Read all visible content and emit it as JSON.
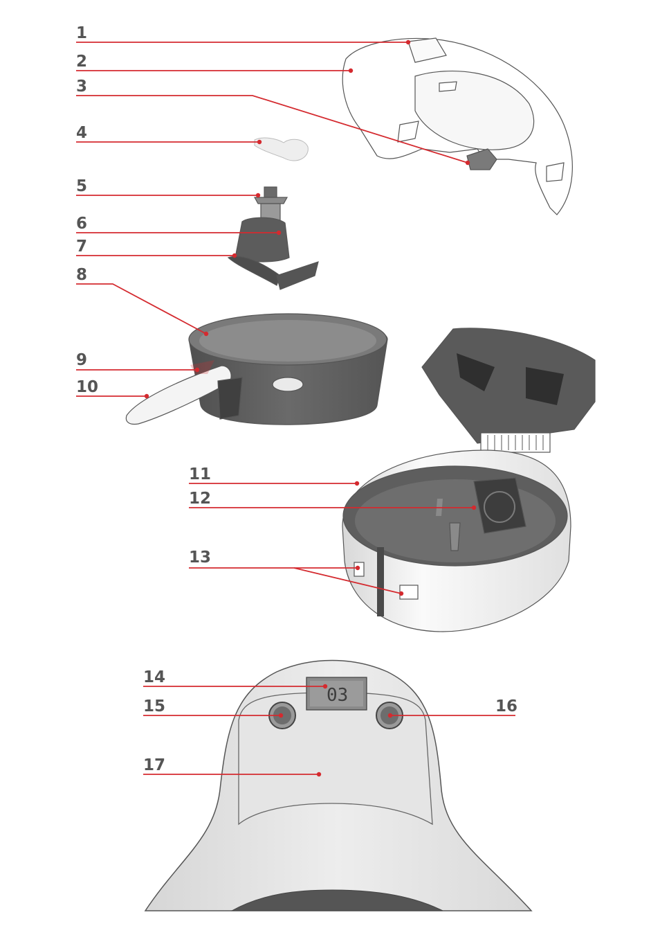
{
  "callouts": [
    {
      "id": 1,
      "label": "1"
    },
    {
      "id": 2,
      "label": "2"
    },
    {
      "id": 3,
      "label": "3"
    },
    {
      "id": 4,
      "label": "4"
    },
    {
      "id": 5,
      "label": "5"
    },
    {
      "id": 6,
      "label": "6"
    },
    {
      "id": 7,
      "label": "7"
    },
    {
      "id": 8,
      "label": "8"
    },
    {
      "id": 9,
      "label": "9"
    },
    {
      "id": 10,
      "label": "10"
    },
    {
      "id": 11,
      "label": "11"
    },
    {
      "id": 12,
      "label": "12"
    },
    {
      "id": 13,
      "label": "13"
    },
    {
      "id": 14,
      "label": "14"
    },
    {
      "id": 15,
      "label": "15"
    },
    {
      "id": 16,
      "label": "16"
    },
    {
      "id": 17,
      "label": "17"
    }
  ],
  "display": {
    "reading": "03"
  },
  "colors": {
    "leader": "#d42a2f",
    "body": "#f2f2f2",
    "dark_part": "#5f5f5f"
  }
}
